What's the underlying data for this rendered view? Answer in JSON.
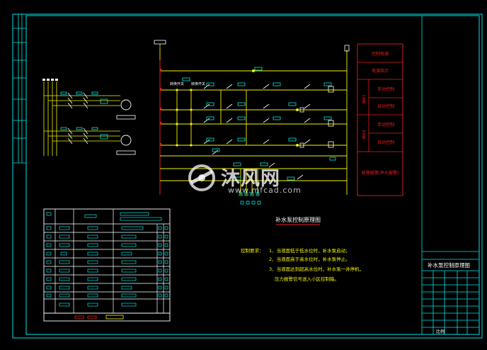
{
  "colors": {
    "background": "#000000",
    "frame": "#00e5e5",
    "wire": "#f5f500",
    "accent": "#e62020",
    "component": "#00e5e5",
    "text_yellow": "#f5f500"
  },
  "drawing": {
    "main_title": "补水泵控制原理图",
    "notes_label": "控制要求：",
    "notes": [
      "1、当液面低于低水位时，补水泵启动；",
      "2、当液面高于高水位时，补水泵停止。",
      "3、当液面达到超高水位时，补水泵一并停机，",
      "压力报警信号送入小区控制箱。"
    ],
    "function_column": [
      "控制电源",
      "电源指示",
      "手动控制",
      "自动控制",
      "手动控制",
      "自动控制",
      "故障报警(声光报警)"
    ],
    "function_group_labels": [
      "1#泵",
      "2#泵"
    ],
    "circuit_tags": [
      "转换开关",
      "转换开关"
    ],
    "title_block": {
      "title": "补水泵控制原理图",
      "footer": "比例"
    }
  },
  "watermark": {
    "brand": "沐风网",
    "url": "www.mfcad.com",
    "icon": "mufeng-logo-icon"
  }
}
